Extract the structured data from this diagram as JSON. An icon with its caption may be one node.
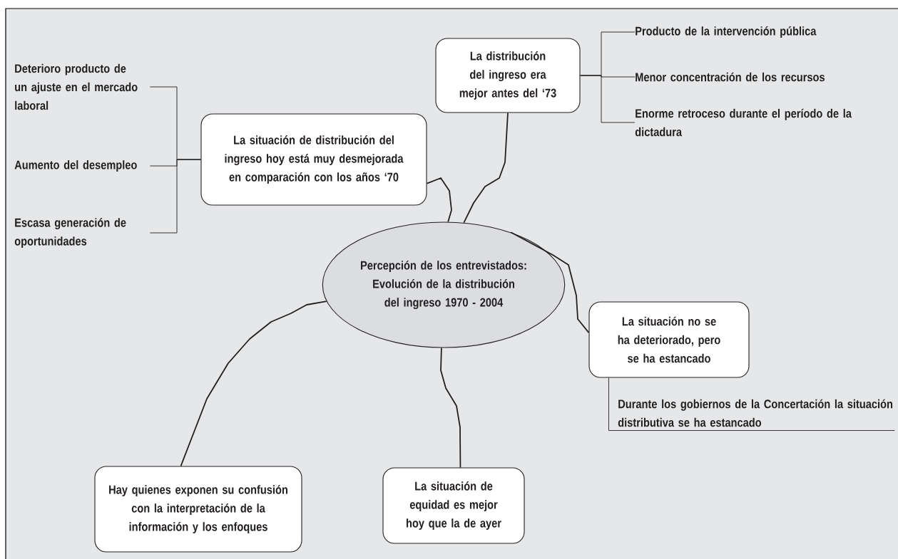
{
  "diagram": {
    "nodes": [
      {
        "text": [
          "Percepción de los entrevistados: Evolución de la distribución del ingreso 1970 - 2004"
        ]
      },
      {
        "text": [
          "La situación de distribución del ingreso hoy está muy desmejorada en comparación con los años ‘70"
        ]
      },
      {
        "text": [
          "La distribución del ingreso era mejor antes del ‘73"
        ]
      },
      {
        "text": [
          "La situación no se ha deteriorado, pero se ha estancado"
        ]
      },
      {
        "text": [
          "Hay quienes exponen su confusión con la interpretación de la información y los enfoques"
        ]
      },
      {
        "text": [
          "La situación de equidad es mejor hoy que la de ayer"
        ]
      },
      {
        "text": [
          "Deterioro producto de un ajuste en el mercado laboral"
        ]
      },
      {
        "text": [
          "Aumento del desempleo"
        ]
      },
      {
        "text": [
          "Escasa generación de oportunidades"
        ]
      },
      {
        "text": [
          "Producto de la intervención pública"
        ]
      },
      {
        "text": [
          "Menor concentración de los recursos"
        ]
      },
      {
        "text": [
          "Enorme retroceso durante el período de la dictadura"
        ]
      },
      {
        "text": [
          "Durante los gobiernos de la Concertación la situación distributiva se ha estancado"
        ]
      }
    ],
    "edges": [
      {
        "from": 0,
        "to": 1,
        "arrow": "none"
      },
      {
        "from": 0,
        "to": 2,
        "arrow": "none"
      },
      {
        "from": 0,
        "to": 3,
        "arrow": "none"
      },
      {
        "from": 0,
        "to": 4,
        "arrow": "none"
      },
      {
        "from": 0,
        "to": 5,
        "arrow": "none"
      },
      {
        "from": 1,
        "to": 6,
        "arrow": "none"
      },
      {
        "from": 1,
        "to": 7,
        "arrow": "none"
      },
      {
        "from": 1,
        "to": 8,
        "arrow": "none"
      },
      {
        "from": 2,
        "to": 9,
        "arrow": "none"
      },
      {
        "from": 2,
        "to": 10,
        "arrow": "none"
      },
      {
        "from": 2,
        "to": 11,
        "arrow": "none"
      },
      {
        "from": 3,
        "to": 12,
        "arrow": "none"
      }
    ]
  }
}
